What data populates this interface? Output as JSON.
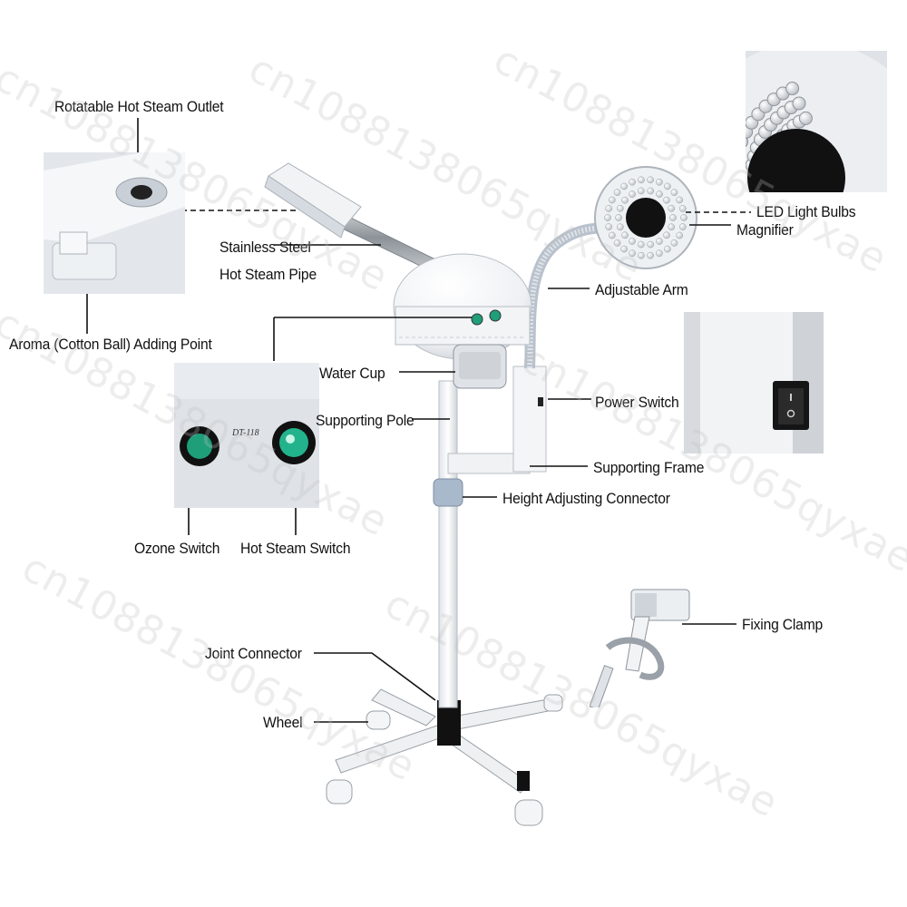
{
  "labels": {
    "rotatable_outlet": "Rotatable Hot Steam Outlet",
    "stainless_pipe_1": "Stainless Steel",
    "stainless_pipe_2": "Hot Steam Pipe",
    "aroma": "Aroma (Cotton Ball) Adding Point",
    "water_cup": "Water Cup",
    "supporting_pole": "Supporting Pole",
    "ozone_switch": "Ozone Switch",
    "hot_steam_switch": "Hot Steam Switch",
    "led_bulbs": "LED Light Bulbs",
    "magnifier": "Magnifier",
    "adjustable_arm": "Adjustable Arm",
    "power_switch": "Power Switch",
    "supporting_frame": "Supporting Frame",
    "height_connector": "Height Adjusting Connector",
    "fixing_clamp": "Fixing Clamp",
    "joint_connector": "Joint Connector",
    "wheel": "Wheel"
  },
  "panel_model": "DT-118",
  "watermark": "cn1088138065qyxae",
  "colors": {
    "body_white": "#f4f5f7",
    "shadow_grey": "#c9ced6",
    "switch_green": "#1f9e7a",
    "base_black": "#111111",
    "connector_blue": "#a9b9cc",
    "steel": "#9da3aa"
  }
}
